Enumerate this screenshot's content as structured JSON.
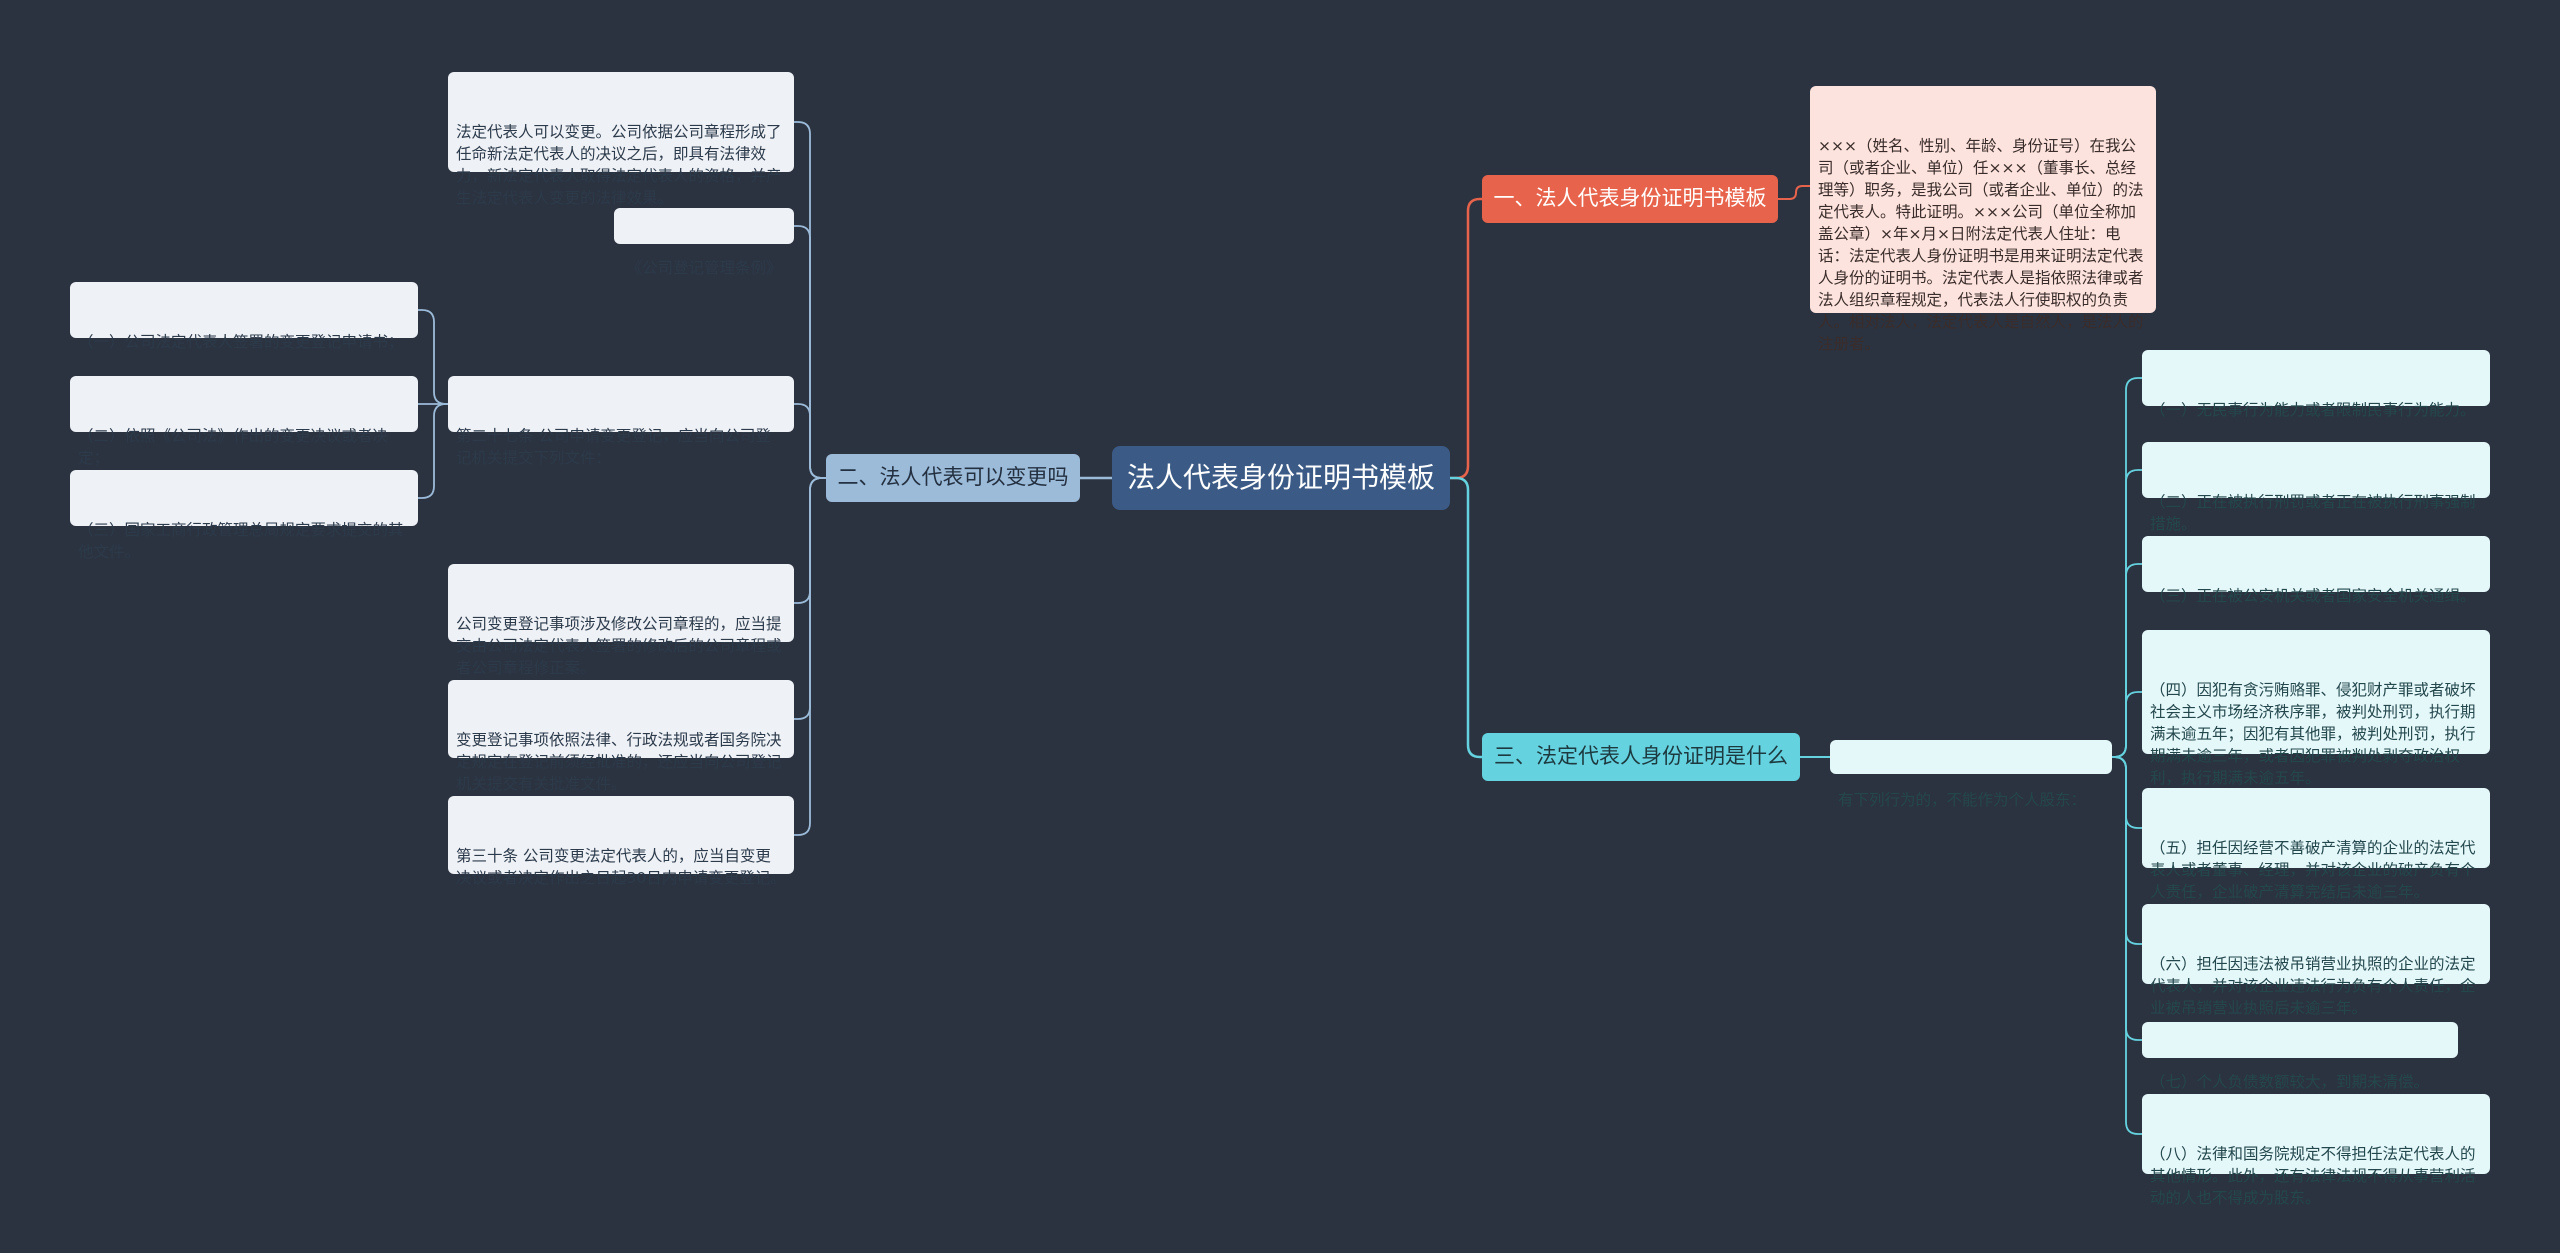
{
  "colors": {
    "background": "#2b3340",
    "root": "#3b5a85",
    "branch_1": "#e8634b",
    "branch_2": "#9cbbd9",
    "branch_3": "#65d2df",
    "link_1": "#e8634b",
    "link_2": "#9cbbd9",
    "link_3": "#65d2df"
  },
  "root": {
    "title": "法人代表身份证明书模板"
  },
  "branch1": {
    "label": "一、法人代表身份证明书模板",
    "detail": "×××（姓名、性别、年龄、身份证号）在我公司（或者企业、单位）任×××（董事长、总经理等）职务，是我公司（或者企业、单位）的法定代表人。特此证明。×××公司（单位全称加盖公章）×年×月×日附法定代表人住址：电话：法定代表人身份证明书是用来证明法定代表人身份的证明书。法定代表人是指依照法律或者法人组织章程规定，代表法人行使职权的负责人。相对法人，法定代表人是自然人，是法人的注册者。"
  },
  "branch2": {
    "label": "二、法人代表可以变更吗",
    "items": [
      "法定代表人可以变更。公司依据公司章程形成了任命新法定代表人的决议之后，即具有法律效力，新法定代表人取得法定代表人的资格，并产生法定代表人变更的法律效果。",
      "《公司登记管理条例》",
      "第二十七条 公司申请变更登记，应当向公司登记机关提交下列文件：",
      "公司变更登记事项涉及修改公司章程的，应当提交由公司法定代表人签署的修改后的公司章程或者公司章程修正案。",
      "变更登记事项依照法律、行政法规或者国务院决定规定在登记前须经批准的，还应当向公司登记机关提交有关批准文件。",
      "第三十条 公司变更法定代表人的，应当自变更决议或者决定作出之日起30日内申请变更登记。"
    ],
    "sub_items": [
      "（一）公司法定代表人签署的变更登记申请书；",
      "（二）依照《公司法》作出的变更决议或者决定；",
      "（三）国家工商行政管理总局规定要求提交的其他文件。"
    ]
  },
  "branch3": {
    "label": "三、法定代表人身份证明是什么",
    "mid": "有下列行为的，不能作为个人股东：",
    "items": [
      "（一）无民事行为能力或者限制民事行为能力。",
      "（二）正在被执行刑罚或者正在被执行刑事强制措施。",
      "（三）正在被公安机关或者国家安全机关通缉。",
      "（四）因犯有贪污贿赂罪、侵犯财产罪或者破坏社会主义市场经济秩序罪，被判处刑罚，执行期满未逾五年；因犯有其他罪，被判处刑罚，执行期满未逾三年，或者因犯罪被判处剥夺政治权利，执行期满未逾五年。",
      "（五）担任因经营不善破产清算的企业的法定代表人或者董事、经理，并对该企业的破产负有个人责任，企业破产清算完结后未逾三年。",
      "（六）担任因违法被吊销营业执照的企业的法定代表人，并对该企业违法行为负有个人责任，企业被吊销营业执照后未逾三年。",
      "（七）个人负债数额较大，到期未清偿。",
      "（八）法律和国务院规定不得担任法定代表人的其他情形。此外，还有法律法规不得从事营利活动的人也不得成为股东。"
    ]
  }
}
